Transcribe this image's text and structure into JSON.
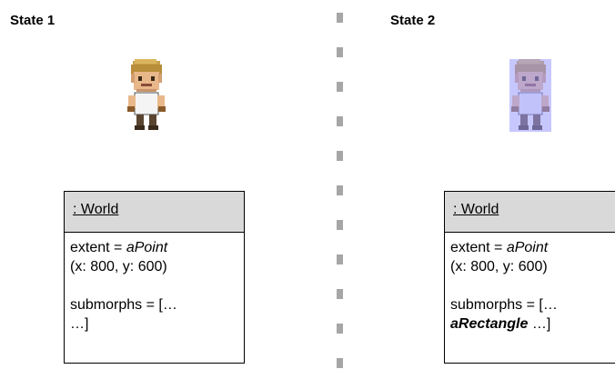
{
  "states": [
    {
      "title": "State 1",
      "object_header": ": World",
      "extent_prefix": "extent = ",
      "extent_value": "aPoint",
      "extent_coords": "(x: 800, y: 600)",
      "submorphs_line1": "submorphs = […",
      "submorphs_line2_emph": "",
      "submorphs_line2_rest": "…]",
      "sprite_highlighted": false
    },
    {
      "title": "State 2",
      "object_header": ": World",
      "extent_prefix": "extent = ",
      "extent_value": "aPoint",
      "extent_coords": "(x: 800, y: 600)",
      "submorphs_line1": "submorphs = […",
      "submorphs_line2_emph": "aRectangle",
      "submorphs_line2_rest": " …]",
      "sprite_highlighted": true
    }
  ],
  "colors": {
    "header_fill": "#d9d9d9",
    "divider": "#a6a6a6",
    "highlight": "#b3b3ff"
  }
}
